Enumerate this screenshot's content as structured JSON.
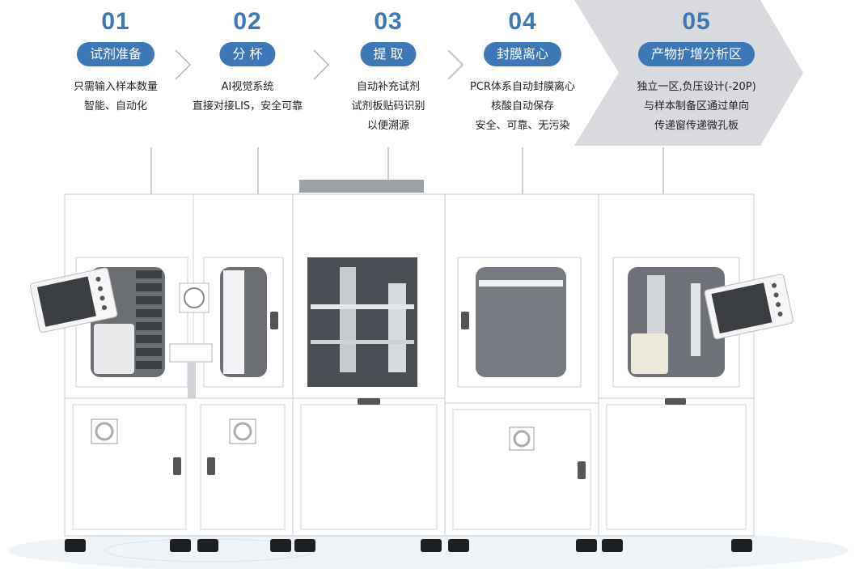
{
  "colors": {
    "accent": "#3a78b8",
    "highlight_bg": "#d8dadd",
    "cabinet": "#ffffff",
    "cabinet_outline": "#c9ccd0"
  },
  "steps": [
    {
      "number": "01",
      "title": "试剂准备",
      "lines": [
        "只需输入样本数量",
        "智能、自动化"
      ]
    },
    {
      "number": "02",
      "title": "分 杯",
      "lines": [
        "AI视觉系统",
        "直接对接LIS，安全可靠"
      ]
    },
    {
      "number": "03",
      "title": "提 取",
      "lines": [
        "自动补充试剂",
        "试剂板贴码识别",
        "以便溯源"
      ]
    },
    {
      "number": "04",
      "title": "封膜离心",
      "lines": [
        "PCR体系自动封膜离心",
        "核酸自动保存",
        "安全、可靠、无污染"
      ]
    },
    {
      "number": "05",
      "title": "产物扩增分析区",
      "lines": [
        "独立一区,负压设计(-20P)",
        "与样本制备区通过单向",
        "传递窗传递微孔板"
      ]
    }
  ],
  "icons": [
    "chevron-right-icon",
    "fan-vent-icon",
    "touchscreen-icon",
    "door-handle-icon",
    "caster-wheel-icon"
  ]
}
